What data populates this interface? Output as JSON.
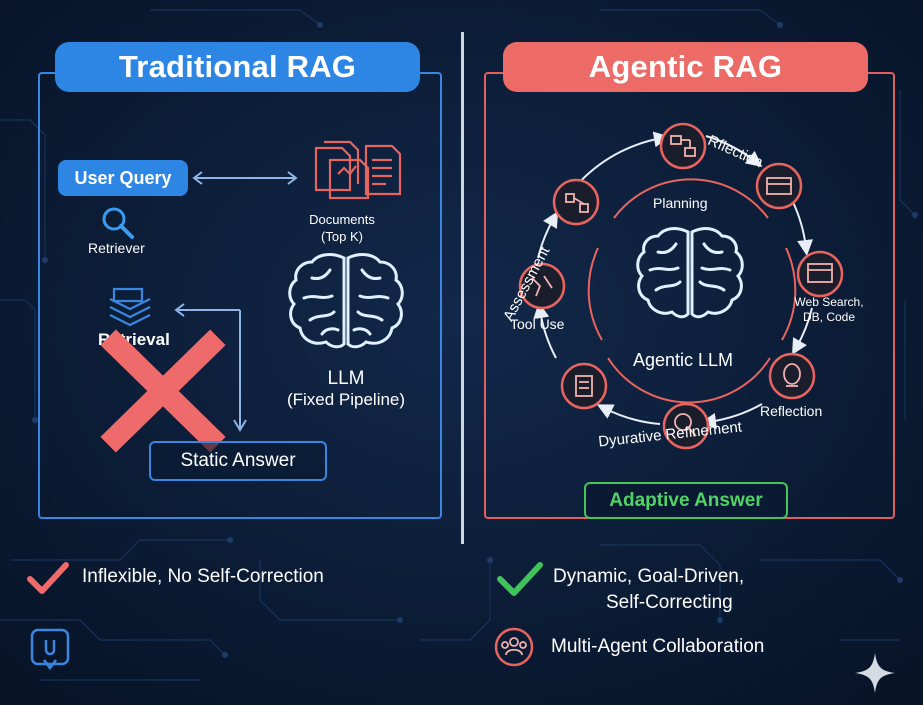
{
  "left_panel": {
    "title": "Traditional RAG",
    "user_query": "User Query",
    "documents_line1": "Documents",
    "documents_line2": "(Top K)",
    "retriever": "Retriever",
    "retrieval": "Retrieval",
    "llm_line1": "LLM",
    "llm_line2": "(Fixed Pipeline)",
    "static_answer": "Static Answer"
  },
  "right_panel": {
    "title": "Agentic RAG",
    "reflection_top": "Rflection",
    "planning": "Planning",
    "assessment": "Assessment",
    "tool_use": "Tool Use",
    "web_search_line1": "Web Search,",
    "web_search_line2": "DB, Code",
    "agentic_llm": "Agentic LLM",
    "reflection": "Reflection",
    "iterative_refinement": "Dyurative Refinement",
    "adaptive_answer": "Adaptive Answer"
  },
  "bottom": {
    "left_point": "Inflexible, No Self-Correction",
    "right_point_line1": "Dynamic, Goal-Driven,",
    "right_point_line2": "Self-Correcting",
    "right_point2": "Multi-Agent Collaboration"
  },
  "colors": {
    "blue_accent": "#2e86e4",
    "red_accent": "#ec6b67",
    "green_accent": "#46c35a",
    "background": "#0a1a33"
  }
}
